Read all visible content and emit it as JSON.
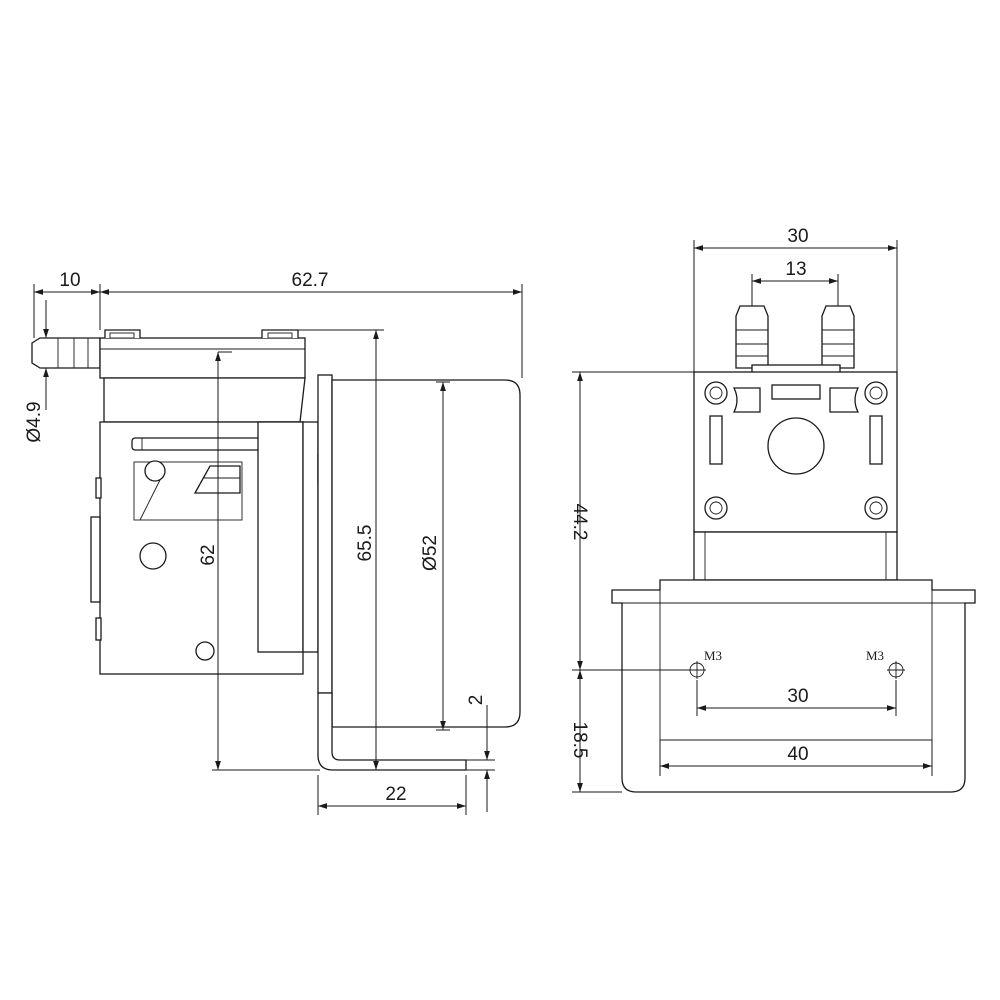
{
  "side_view": {
    "dimensions": {
      "inlet_length": "10",
      "overall_length": "62.7",
      "tube_diameter": "Ø4.9",
      "pump_height": "62",
      "total_height": "65.5",
      "motor_diameter": "Ø52",
      "bracket_thickness": "2",
      "bracket_depth": "22"
    }
  },
  "front_view": {
    "dimensions": {
      "head_width": "30",
      "port_spacing": "13",
      "height_to_holes": "44.2",
      "hole_to_base": "18.5",
      "hole_spacing": "30",
      "bracket_width": "40"
    },
    "thread_left": "M3",
    "thread_right": "M3"
  }
}
